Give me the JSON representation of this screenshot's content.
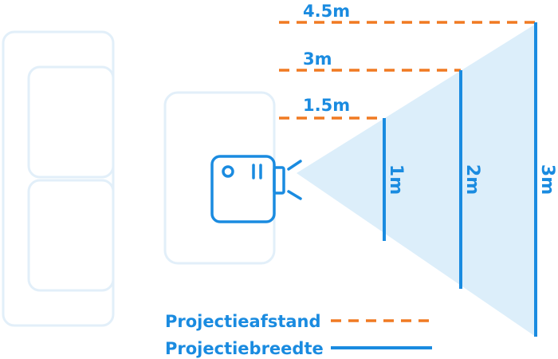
{
  "colors": {
    "distance": "#F07A22",
    "width": "#1A8BE0",
    "cone": "#DCEEFA",
    "furniture": "#E2EFF9",
    "legend_text": "#1A8BE0",
    "distance_label": "#1A8BE0"
  },
  "icons": [
    "sofa-icon",
    "side-table-icon",
    "projector-icon"
  ],
  "distances": [
    {
      "label": "4.5m"
    },
    {
      "label": "3m"
    },
    {
      "label": "1.5m"
    }
  ],
  "widths": [
    {
      "label": "1m"
    },
    {
      "label": "2m"
    },
    {
      "label": "3m"
    }
  ],
  "legend": {
    "distance_label": "Projectieafstand",
    "width_label": "Projectiebreedte"
  }
}
